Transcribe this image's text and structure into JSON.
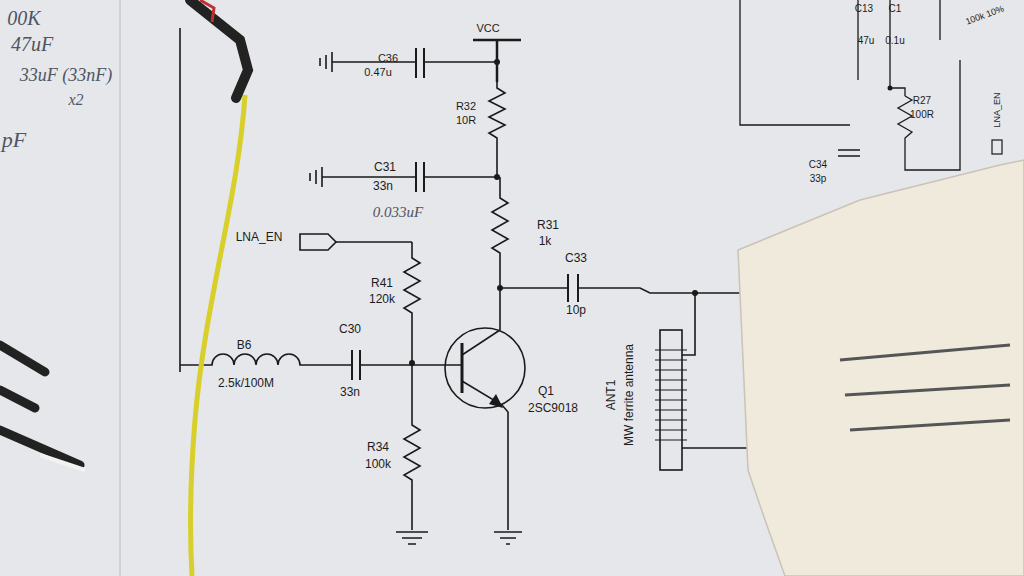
{
  "diagram": {
    "labels": [
      "VCC",
      "C36",
      "0.47u",
      "R32",
      "10R",
      "C31",
      "33n",
      "0.033uF",
      "R31",
      "1k",
      "C33",
      "10p",
      "LNA_EN",
      "R41",
      "120k",
      "B6",
      "2.5k/100M",
      "C30",
      "33n",
      "R34",
      "100k",
      "Q1",
      "2SC9018",
      "ANT1",
      "MW ferrite antenna",
      "00K",
      "47uF",
      "33uF (33nF)",
      "x2",
      "pF",
      "C13",
      "C1",
      "47u",
      "0.1u",
      "100k 10%",
      "R27",
      "100R",
      "LNA_EN",
      "C34",
      "33p"
    ]
  }
}
